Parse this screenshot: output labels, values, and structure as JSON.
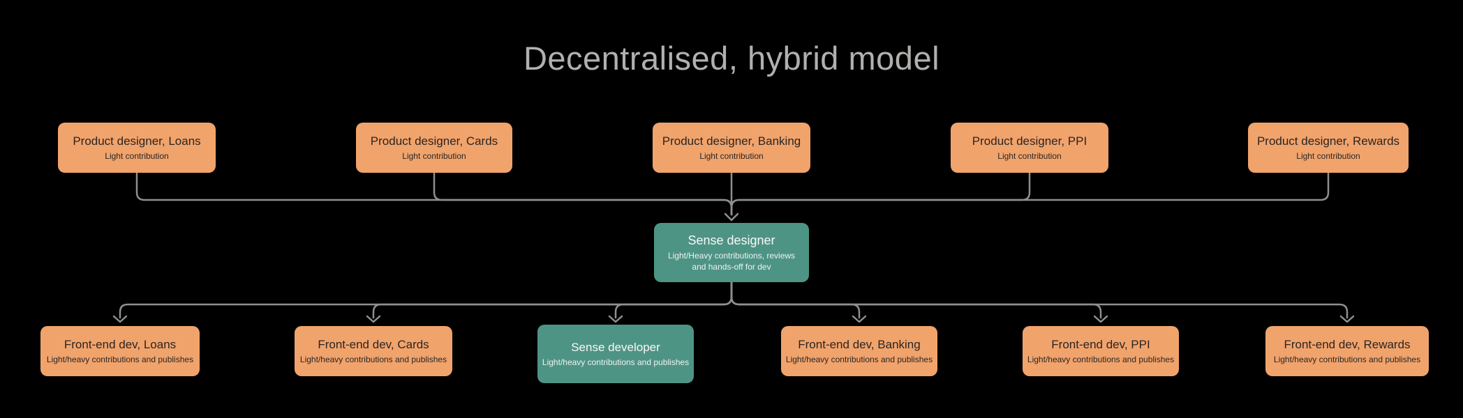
{
  "title": "Decentralised, hybrid model",
  "colors": {
    "background": "#000000",
    "node_orange": "#F1A36C",
    "node_teal": "#4E9484",
    "connector_gray": "#8F8F8F",
    "title_gray": "#B2B0AF"
  },
  "nodes": {
    "top_row": [
      {
        "title": "Product designer, Loans",
        "subtitle": "Light contribution"
      },
      {
        "title": "Product designer, Cards",
        "subtitle": "Light contribution"
      },
      {
        "title": "Product designer, Banking",
        "subtitle": "Light contribution"
      },
      {
        "title": "Product designer, PPI",
        "subtitle": "Light contribution"
      },
      {
        "title": "Product designer, Rewards",
        "subtitle": "Light contribution"
      }
    ],
    "middle": {
      "title": "Sense designer",
      "subtitle": "Light/Heavy contributions, reviews and hands-off for dev"
    },
    "bottom_row": [
      {
        "title": "Front-end dev, Loans",
        "subtitle": "Light/heavy contributions and publishes"
      },
      {
        "title": "Front-end dev, Cards",
        "subtitle": "Light/heavy contributions and publishes"
      },
      {
        "title": "Sense developer",
        "subtitle": "Light/heavy contributions and publishes"
      },
      {
        "title": "Front-end dev, Banking",
        "subtitle": "Light/heavy contributions and publishes"
      },
      {
        "title": "Front-end dev, PPI",
        "subtitle": "Light/heavy contributions and publishes"
      },
      {
        "title": "Front-end dev, Rewards",
        "subtitle": "Light/heavy contributions and publishes"
      }
    ]
  }
}
